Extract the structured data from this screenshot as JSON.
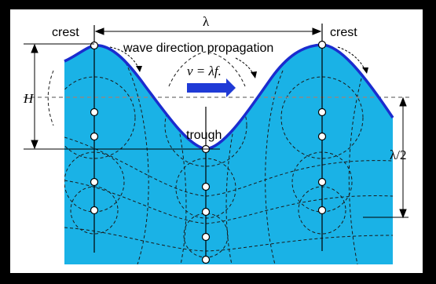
{
  "diagram": {
    "labels": {
      "crest_left": "crest",
      "crest_right": "crest",
      "lambda": "λ",
      "propagation": "wave direction propagation",
      "velocity": "v = λf.",
      "trough": "trough",
      "height": "H",
      "half_lambda": "λ/2"
    },
    "colors": {
      "water": "#1ab2e6",
      "surface": "#1a2ccf",
      "arrow": "#1f3ad6",
      "frame": "#000000",
      "background": "#ffffff"
    }
  }
}
